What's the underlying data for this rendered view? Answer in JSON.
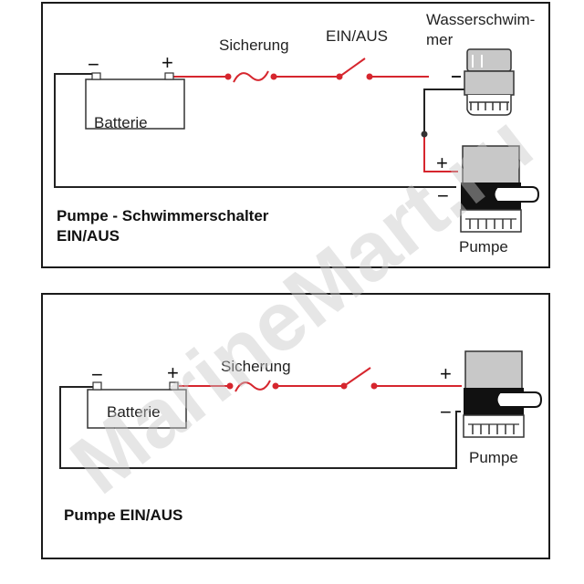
{
  "diagram_top": {
    "fuse_label": "Sicherung",
    "switch_label": "EIN/AUS",
    "float_label_line1": "Wasserschwim-",
    "float_label_line2": "mer",
    "battery_label": "Batterie",
    "pump_label": "Pumpe",
    "caption_line1": "Pumpe - Schwimmerschalter",
    "caption_line2": "EIN/AUS",
    "plus": "+",
    "minus": "−"
  },
  "diagram_bottom": {
    "fuse_label": "Sicherung",
    "battery_label": "Batterie",
    "pump_label": "Pumpe",
    "caption": "Pumpe EIN/AUS",
    "plus": "+",
    "minus": "−"
  },
  "watermark": "MarineMart.ru",
  "colors": {
    "wire_positive": "#d6262e",
    "wire_negative": "#222222",
    "border": "#1a1a1a",
    "pump_body": "#c8c8c8",
    "pump_dark": "#111111"
  }
}
